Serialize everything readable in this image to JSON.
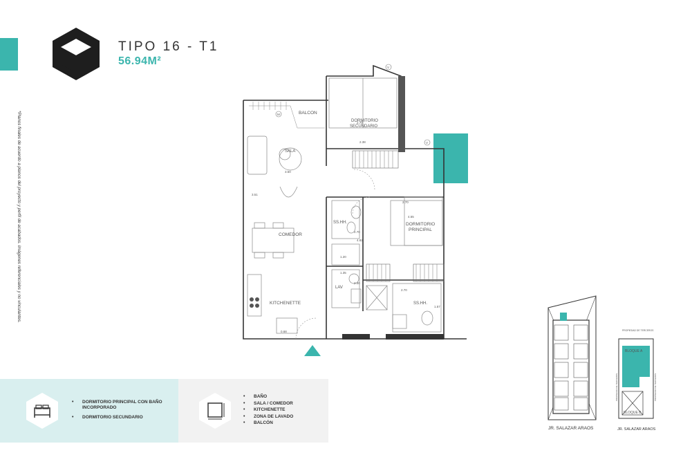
{
  "header": {
    "title": "TIPO 16 - T1",
    "area": "56.94M²"
  },
  "side_note": "*Planos finales de acuerdo a planos del proyecto y perfil de acabados. Imágenes referenciales y no vinculantes.",
  "plan": {
    "rooms": {
      "balcon": "BALCON",
      "dormitorio_secundario_1": "DORMITORIO",
      "dormitorio_secundario_2": "SECUNDARIO",
      "sala": "SALA",
      "comedor": "COMEDOR",
      "kitchenette": "KITCHENETTE",
      "sshh_1": "SS.HH.",
      "sshh_2": "SS.HH.",
      "dormitorio_principal_1": "DORMITORIO",
      "dormitorio_principal_2": "PRINCIPAL",
      "lav": "LAV"
    },
    "dimensions": {
      "d1": "3.51",
      "d2": "3.50",
      "d3": "2.38",
      "d4": "2.70",
      "d5": "2.70",
      "d6": "4.55",
      "d7": "2.70",
      "d8": "1.20",
      "d9": "1.35",
      "d10": "2.70",
      "d11": "1.57",
      "d12": "0.68",
      "d13": "2.30",
      "d14": "4.82"
    },
    "markers": {
      "v1": "V",
      "v2": "V",
      "m1": "M"
    }
  },
  "features_left": [
    "DORMITORIO PRINCIPAL CON BAÑO INCORPORADO",
    "DORMITORIO SECUNDARIO"
  ],
  "features_right": [
    "BAÑO",
    "SALA / COMEDOR",
    "KITCHENETTE",
    "ZONA DE LAVADO",
    "BALCÓN"
  ],
  "site": {
    "street_1": "JR. SALAZAR ARAOS",
    "street_2": "JR. SALAZAR ARAOS",
    "bloque_a": "BLOQUE A",
    "bloque_b": "BLOQUE B",
    "top_note": "PROPIEDAD DE TERCEROS",
    "side_left": "PROPIEDAD DE TERCEROS",
    "side_right": "PROPIEDAD DE TERCEROS"
  },
  "colors": {
    "accent": "#3bb5ad",
    "dark": "#1e1e1e",
    "panel_left": "#d9efef",
    "panel_right": "#f2f2f2"
  },
  "icons": {
    "logo": "hexagon-cube-logo",
    "bed": "bed-icon",
    "area": "area-icon",
    "orientation": "entry-arrow-icon"
  }
}
